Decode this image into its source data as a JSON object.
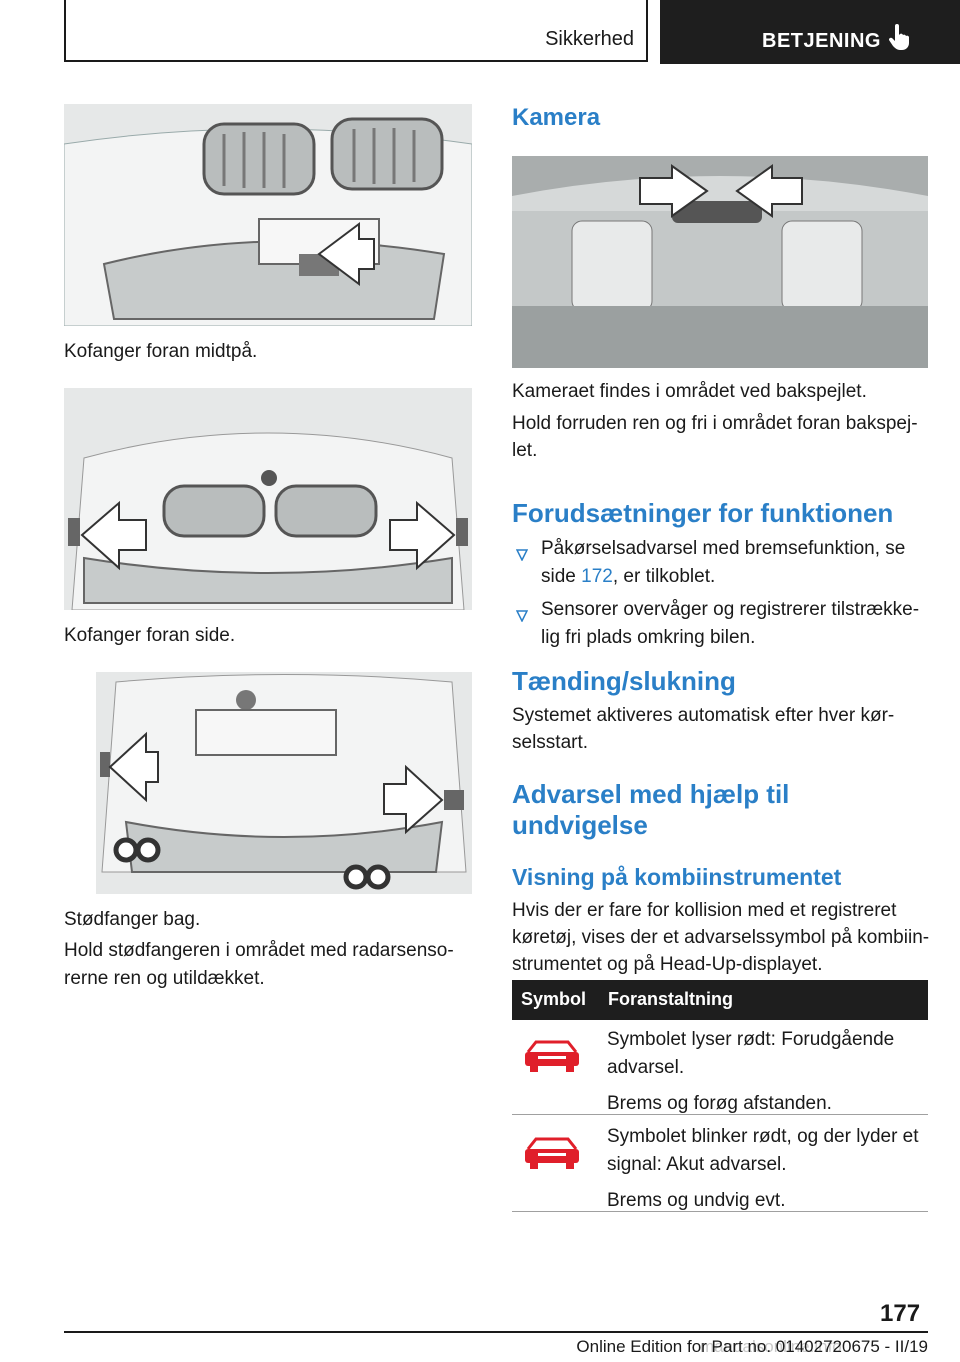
{
  "header": {
    "section": "Sikkerhed",
    "chapter": "BETJENING"
  },
  "left": {
    "captions": {
      "front_center": "Kofanger foran midtpå.",
      "front_side": "Kofanger foran side.",
      "rear": "Stødfanger bag."
    },
    "rear_note": [
      "Hold stødfangeren i området med radarsenso-",
      "rerne ren og utildækket."
    ]
  },
  "right": {
    "camera_heading": "Kamera",
    "camera_text1": "Kameraet findes i området ved bakspejlet.",
    "camera_text2_line1": "Hold forruden ren og fri i området foran bakspej-",
    "camera_text2_line2": "let.",
    "req_heading": "Forudsætninger for funktionen",
    "bullets": [
      {
        "line1": "Påkørselsadvarsel med bremsefunktion, se",
        "line2_pre": "side ",
        "link": "172",
        "line2_post": ", er tilkoblet."
      },
      {
        "line1": "Sensorer overvåger og registrerer tilstrække-",
        "line2": "lig fri plads omkring bilen."
      }
    ],
    "onoff_heading": "Tænding/slukning",
    "onoff_line1": "Systemet aktiveres automatisk efter hver kør-",
    "onoff_line2": "selsstart.",
    "warn_heading_line1": "Advarsel med hjælp til",
    "warn_heading_line2": "undvigelse",
    "display_heading": "Visning på kombiinstrumentet",
    "display_lines": [
      "Hvis der er fare for kollision med et registreret",
      "køretøj, vises der et advarselssymbol på kombiin-",
      "strumentet og på Head-Up-displayet."
    ],
    "table": {
      "col1": "Symbol",
      "col2": "Foranstaltning",
      "icon_color": "#e01f2a",
      "rows": [
        {
          "icon": "car-warning-icon",
          "lines": [
            "Symbolet lyser rødt: Forudgående",
            "advarsel."
          ],
          "action": "Brems og forøg afstanden."
        },
        {
          "icon": "car-warning-icon",
          "lines": [
            "Symbolet blinker rødt, og der lyder et",
            "signal: Akut advarsel."
          ],
          "action": "Brems og undvig evt."
        }
      ]
    }
  },
  "footer": {
    "page": "177",
    "edition": "Online Edition for Part no. 01402720675 - II/19",
    "watermark": "manualsonline.info"
  }
}
